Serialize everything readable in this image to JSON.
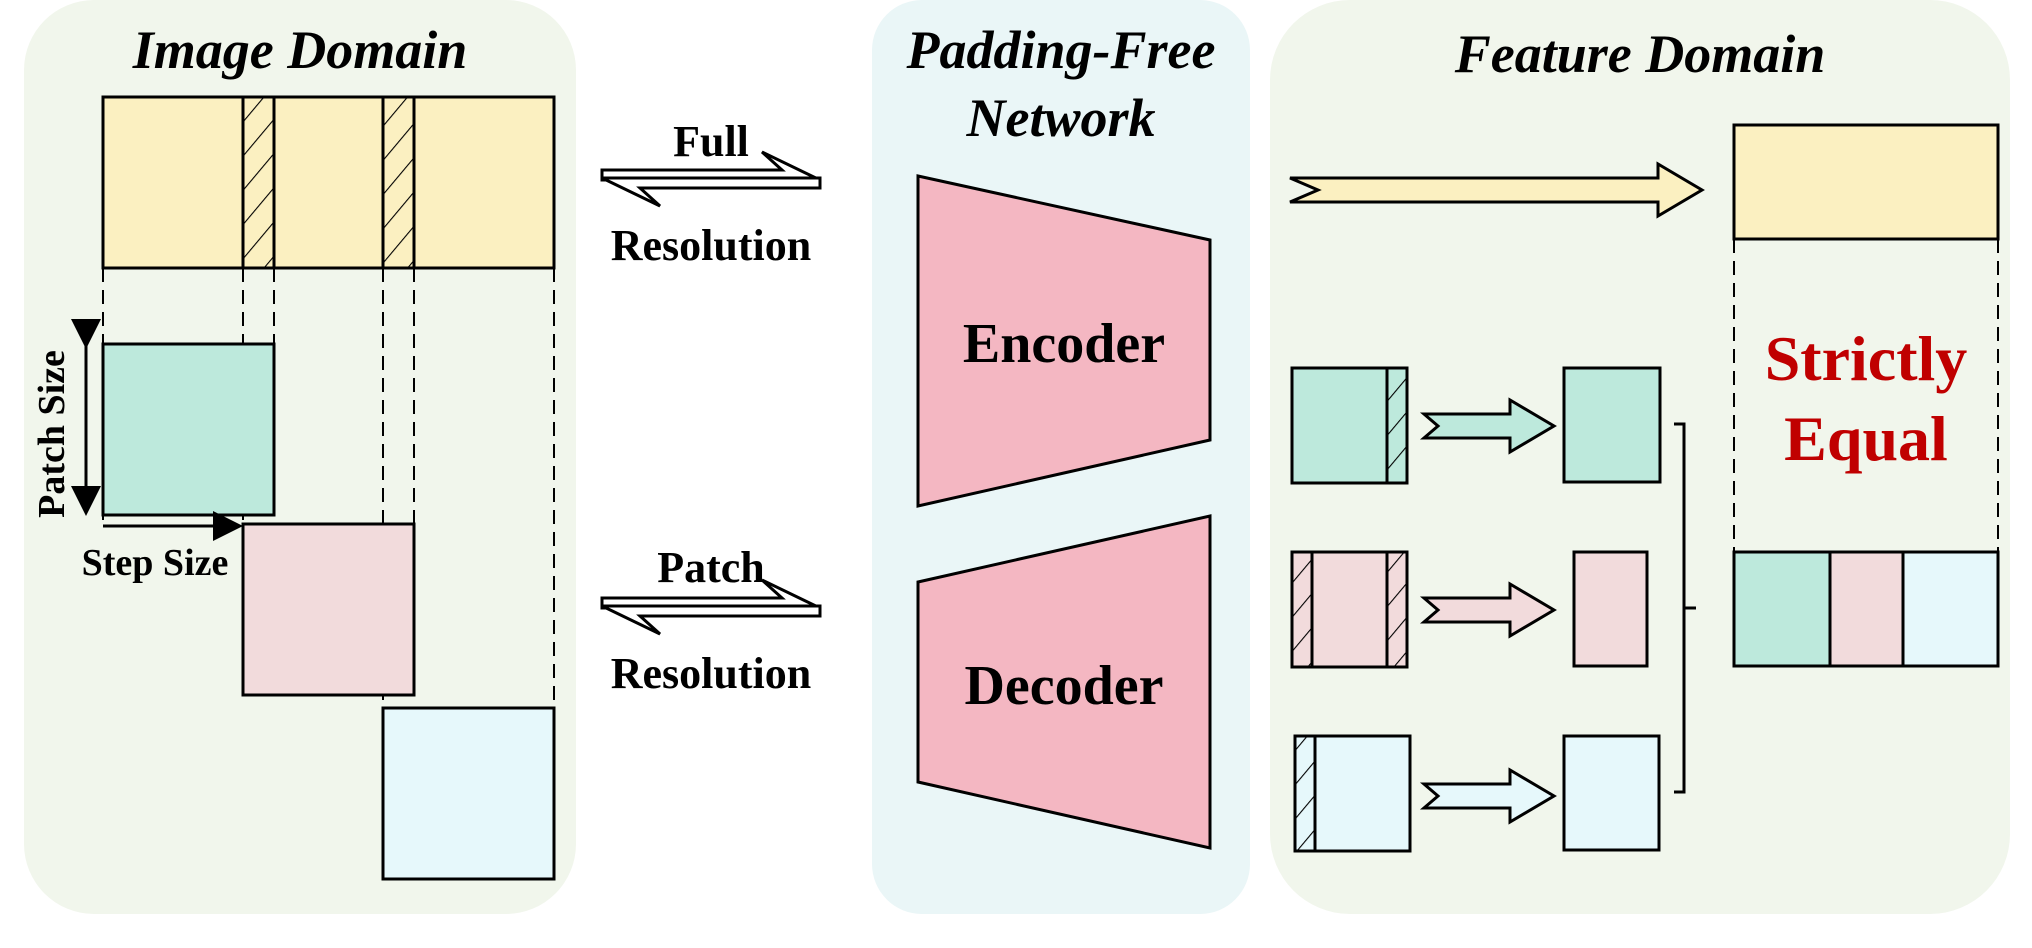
{
  "panels": {
    "image_domain": {
      "title": "Image Domain",
      "patch_size_label": "Patch Size",
      "step_size_label": "Step Size"
    },
    "network": {
      "title_line1": "Padding-Free",
      "title_line2": "Network",
      "encoder_label": "Encoder",
      "decoder_label": "Decoder"
    },
    "feature_domain": {
      "title": "Feature Domain",
      "equal_line1": "Strictly",
      "equal_line2": "Equal"
    }
  },
  "arrows": {
    "full": {
      "line1": "Full",
      "line2": "Resolution"
    },
    "patch": {
      "line1": "Patch",
      "line2": "Resolution"
    }
  },
  "colors": {
    "panel_green": "#f1f6ec",
    "panel_blue": "#eaf6f7",
    "full_image": "#fbf0c1",
    "patch_green": "#bde9dc",
    "patch_pink": "#f2dbdc",
    "patch_blue": "#e6f8fb",
    "network_pink": "#f4b7c2",
    "equal_red": "#c00000"
  }
}
